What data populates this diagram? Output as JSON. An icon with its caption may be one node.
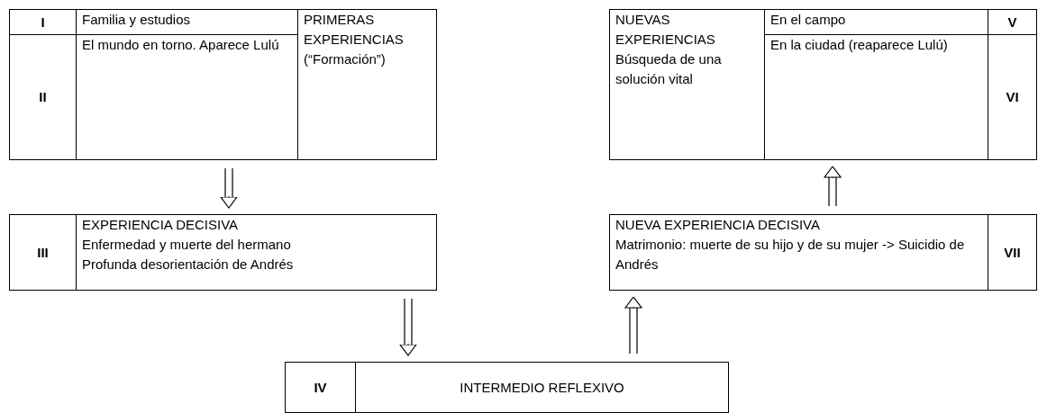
{
  "diagram": {
    "nodes": [
      {
        "text": [],
        "shape": "box"
      },
      {
        "text": [
          "I"
        ],
        "in": 0
      },
      {
        "text": [
          "Familia y estudios"
        ],
        "in": 0
      },
      {
        "text": [
          "PRIMERAS EXPERIENCIAS (“Formación”)"
        ],
        "in": 0
      },
      {
        "text": [
          "II"
        ],
        "in": 0
      },
      {
        "text": [
          "El mundo en torno. Aparece Lulú"
        ],
        "in": 0
      },
      {
        "text": [],
        "shape": "box"
      },
      {
        "text": [
          "NUEVAS EXPERIENCIAS Búsqueda de una solución vital"
        ],
        "in": 6
      },
      {
        "text": [
          "En el campo"
        ],
        "in": 6
      },
      {
        "text": [
          "V"
        ],
        "in": 6
      },
      {
        "text": [
          "En la ciudad (reaparece Lulú)"
        ],
        "in": 6
      },
      {
        "text": [
          "VI"
        ],
        "in": 6
      },
      {
        "text": [],
        "shape": "box"
      },
      {
        "text": [
          "III"
        ],
        "in": 12
      },
      {
        "text": [
          "EXPERIENCIA DECISIVA",
          "Enfermedad y muerte del hermano",
          "Profunda desorientación de Andrés"
        ],
        "in": 12
      },
      {
        "text": [],
        "shape": "box"
      },
      {
        "text": [
          "NUEVA EXPERIENCIA DECISIVA",
          "Matrimonio: muerte de su hijo y de su mujer -> Suicidio de Andrés"
        ],
        "in": 15
      },
      {
        "text": [
          "VII"
        ],
        "in": 15
      },
      {
        "text": [],
        "shape": "box"
      },
      {
        "text": [
          "IV"
        ],
        "in": 18
      },
      {
        "text": [
          "INTERMEDIO REFLEXIVO"
        ],
        "in": 18
      }
    ],
    "edges": [
      {
        "from": 0,
        "to": 12,
        "arrow": "to"
      },
      {
        "from": 12,
        "to": 18,
        "arrow": "to"
      },
      {
        "from": 18,
        "to": 15,
        "arrow": "to"
      },
      {
        "from": 15,
        "to": 6,
        "arrow": "to"
      }
    ]
  }
}
